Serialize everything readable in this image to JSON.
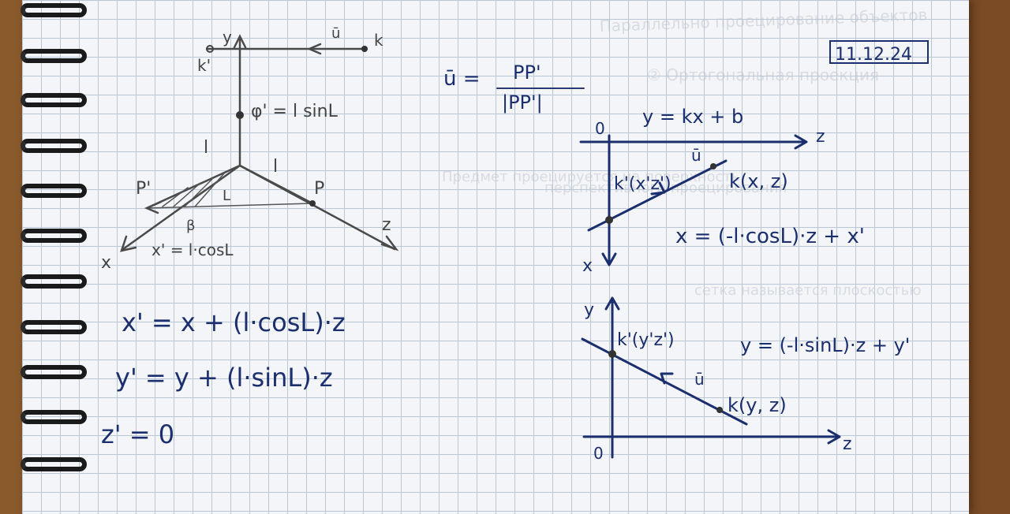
{
  "photo": {
    "date": "11.12.24",
    "diagram3d": {
      "y_axis": "y",
      "x_axis": "x",
      "z_axis": "z",
      "k_prime": "k'",
      "k": "k",
      "u_vec": "ū",
      "phi_label": "φ' = l sinL",
      "l_left": "l",
      "l_right": "l",
      "p_prime": "P'",
      "p": "P",
      "alpha": "L",
      "beta": "β",
      "x_label": "x' = l·cosL"
    },
    "formula_u": {
      "lhs": "ū =",
      "numerator": "PP'",
      "denominator": "|PP'|"
    },
    "line_eq": "y = kx + b",
    "plot_xz": {
      "origin": "0",
      "z_axis": "z",
      "x_axis": "x",
      "k_prime": "k'(x'z')",
      "u_vec": "ū",
      "k": "k(x, z)",
      "equation": "x = (-l·cosL)·z + x'"
    },
    "plot_yz": {
      "y_axis": "y",
      "origin": "0",
      "z_axis": "z",
      "k_prime": "k'(y'z')",
      "u_vec": "ū",
      "k": "k(y, z)",
      "equation": "y = (-l·sinL)·z + y'"
    },
    "equations": [
      "x' = x + (l·cosL)·z",
      "y' = y + (l·sinL)·z",
      "z' = 0"
    ],
    "ghost_text": [
      "Параллельно проецирование объектов",
      "② Ортогональная проекция",
      "перспективного проецирования",
      "Предмет проецируется на поверхность",
      "сетка называется плоскостью"
    ],
    "colors": {
      "ink": "#1b2f6e",
      "pencil": "#4a4a4a",
      "paper": "#f3f5f8",
      "grid": "#b9c6d6",
      "desk": "#7a4a22"
    }
  }
}
